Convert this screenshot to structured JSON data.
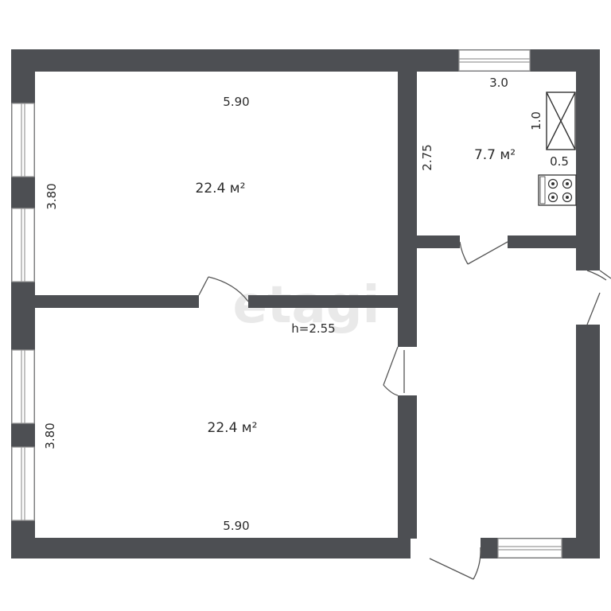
{
  "watermark": "etagi",
  "ceiling_height": "h=2.55",
  "rooms": [
    {
      "id": "room-top",
      "area": "22.4 м²",
      "width": "5.90",
      "depth": "3.80"
    },
    {
      "id": "room-bottom",
      "area": "22.4 м²",
      "width": "5.90",
      "depth": "3.80"
    },
    {
      "id": "kitchen",
      "area": "7.7 м²",
      "width": "3.0",
      "depth": "2.75"
    }
  ],
  "fixtures": {
    "vent_shaft": {
      "height": "1.0",
      "width": "0.5",
      "icon": "vent-shaft-icon"
    },
    "stove": {
      "icon": "stove-icon"
    }
  },
  "colors": {
    "wall": "#4d4f53",
    "window_frame": "#9a9a9a",
    "door_line": "#555555"
  }
}
